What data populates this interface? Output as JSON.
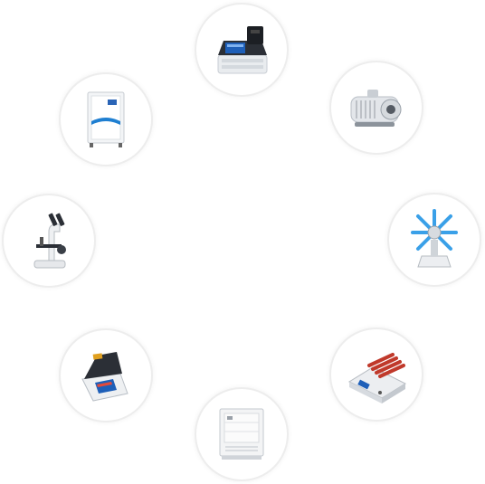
{
  "ring": {
    "items": [
      {
        "id": "pcr-top",
        "icon": "pcr-thermal-cycler-icon"
      },
      {
        "id": "pump",
        "icon": "vacuum-pump-icon"
      },
      {
        "id": "incubator",
        "icon": "co2-incubator-icon"
      },
      {
        "id": "microscope",
        "icon": "microscope-icon"
      },
      {
        "id": "rotator",
        "icon": "tube-rotator-icon"
      },
      {
        "id": "pcr-left",
        "icon": "pcr-thermal-cycler-icon"
      },
      {
        "id": "roller",
        "icon": "tube-roller-mixer-icon"
      },
      {
        "id": "cabinet",
        "icon": "chamber-cabinet-icon"
      }
    ]
  },
  "colors": {
    "circle_border": "#ededed",
    "screen_blue": "#1e5fb8",
    "tube_blue": "#3aa0e8",
    "tube_red": "#c0392b"
  }
}
